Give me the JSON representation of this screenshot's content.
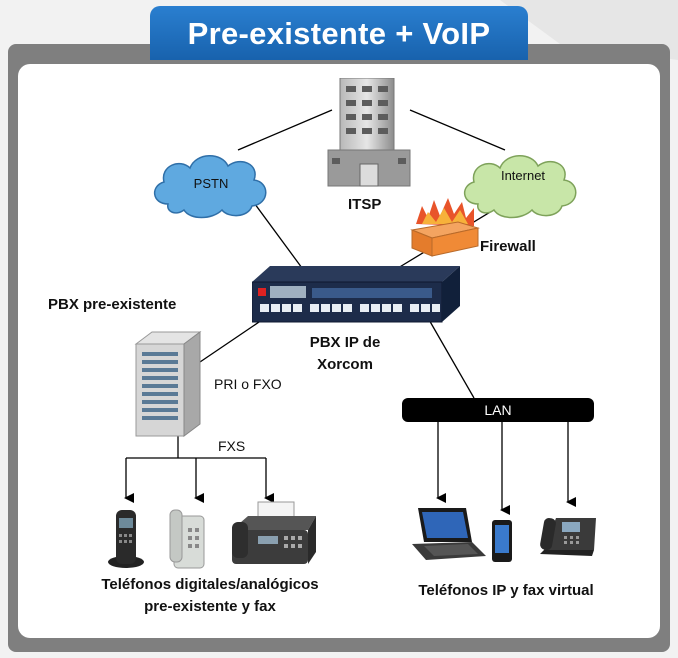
{
  "title": "Pre-existente + VoIP",
  "nodes": {
    "pstn": "PSTN",
    "internet": "Internet",
    "itsp": "ITSP",
    "firewall": "Firewall",
    "pbx_existing": "PBX  pre-existente",
    "pbx_ip_line1": "PBX IP de",
    "pbx_ip_line2": "Xorcom",
    "pri_fxo": "PRI o FXO",
    "fxs": "FXS",
    "lan": "LAN"
  },
  "captions": {
    "legacy_line1": "Teléfonos digitales/analógicos",
    "legacy_line2": "pre-existente y fax",
    "ip_phones": "Teléfonos IP y fax virtual"
  },
  "colors": {
    "title_bar": "#1f6fbf",
    "pstn_cloud": "#5fa9e0",
    "internet_cloud": "#c8e6a8",
    "frame": "#7f7f7f",
    "lan_bar": "#000000"
  },
  "icons": [
    "server-building-icon",
    "cloud-icon",
    "firewall-icon",
    "pbx-appliance-icon",
    "tower-server-icon",
    "cordless-phone-icon",
    "analog-phone-icon",
    "fax-machine-icon",
    "laptop-icon",
    "smartphone-icon",
    "ip-desk-phone-icon"
  ]
}
